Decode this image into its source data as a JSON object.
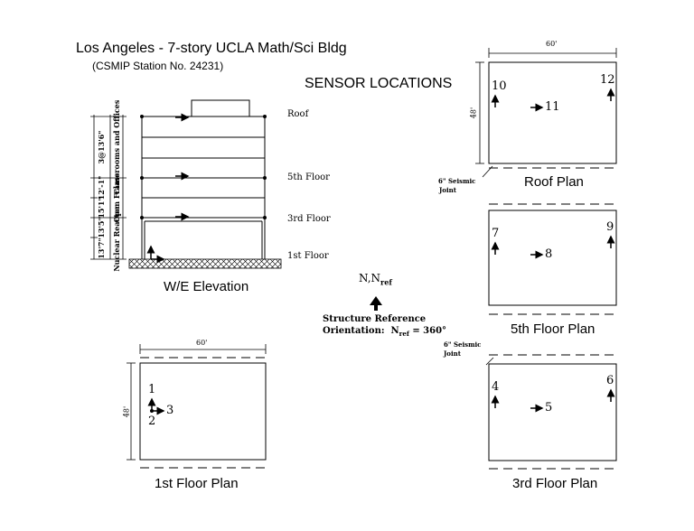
{
  "title": "Los Angeles - 7-story UCLA Math/Sci Bldg",
  "station": "(CSMIP Station No. 24231)",
  "heading": "SENSOR LOCATIONS",
  "elevation": {
    "caption": "W/E Elevation",
    "floor_labels": [
      "Roof",
      "5th Floor",
      "3rd Floor",
      "1st Floor"
    ],
    "section_labels": [
      "Classrooms and Offices",
      "Open Frame",
      "Nuclear Reactor"
    ],
    "dimension_labels": [
      "3@13'6\"",
      "12'-1\"",
      "15'1\"",
      "13'5\"",
      "13'7\""
    ]
  },
  "north": {
    "label": "N,N",
    "label_sub": "ref",
    "orientation_line1": "Structure Reference",
    "orientation_line2": "Orientation:",
    "orientation_value_prefix": "N",
    "orientation_value_sub": "ref",
    "orientation_value": "= 360°"
  },
  "plans": {
    "roof": {
      "caption": "Roof Plan",
      "width_dim": "60'",
      "depth_dim": "48'",
      "joint_label_1": "6\" Seismic",
      "joint_label_2": "Joint",
      "sensors": [
        "10",
        "11",
        "12"
      ]
    },
    "fifth": {
      "caption": "5th Floor Plan",
      "sensors": [
        "7",
        "8",
        "9"
      ]
    },
    "third": {
      "caption": "3rd Floor Plan",
      "joint_label_1": "6\" Seismic",
      "joint_label_2": "Joint",
      "sensors": [
        "4",
        "5",
        "6"
      ]
    },
    "first": {
      "caption": "1st Floor Plan",
      "width_dim": "60'",
      "depth_dim": "48'",
      "sensors": [
        "1",
        "2",
        "3"
      ]
    }
  }
}
